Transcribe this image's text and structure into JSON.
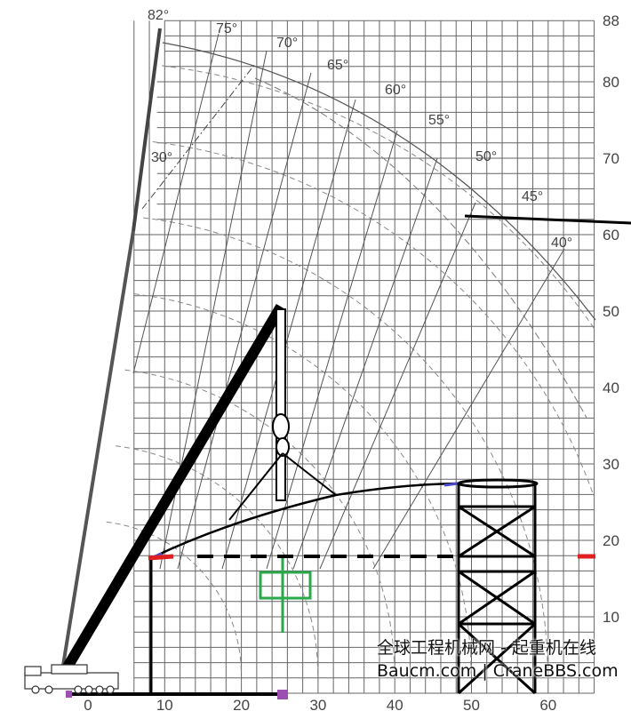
{
  "chart_data": {
    "type": "diagram",
    "title": "",
    "x_ticks": [
      "0",
      "10",
      "20",
      "30",
      "40",
      "50",
      "60"
    ],
    "y_ticks": [
      "10",
      "20",
      "30",
      "40",
      "50",
      "60",
      "70",
      "80",
      "88"
    ],
    "angle_labels": [
      "82°",
      "75°",
      "70°",
      "65°",
      "60°",
      "55°",
      "50°",
      "45°",
      "40°",
      "30°"
    ],
    "grid": true,
    "colors": {
      "grid": "#555555",
      "annotation": "#000000",
      "red_marker": "#e02020",
      "purple_marker": "#9b4fb0",
      "green_symbol": "#2aa84a"
    }
  },
  "annotation": {
    "symbol": "中"
  },
  "watermark": {
    "line1": "全球工程机械网 - 起重机在线",
    "line2": "Baucm.com | CraneBBS.com"
  }
}
